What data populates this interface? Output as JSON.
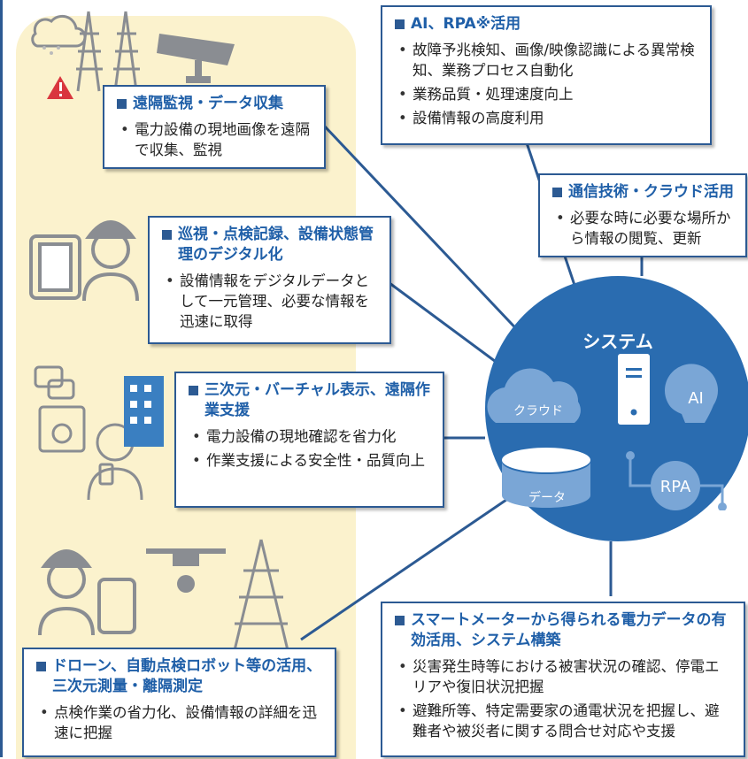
{
  "ai_box": {
    "title": "AI、RPA※活用",
    "items": [
      "故障予兆検知、画像/映像認識による異常検知、業務プロセス自動化",
      "業務品質・処理速度向上",
      "設備情報の高度利用"
    ]
  },
  "remote_box": {
    "title": "遠隔監視・データ収集",
    "items": [
      "電力設備の現地画像を遠隔で収集、監視"
    ]
  },
  "comm_box": {
    "title": "通信技術・クラウド活用",
    "items": [
      "必要な時に必要な場所から情報の閲覧、更新"
    ]
  },
  "digital_box": {
    "title": "巡視・点検記録、設備状態管理のデジタル化",
    "items": [
      "設備情報をデジタルデータとして一元管理、必要な情報を迅速に取得"
    ]
  },
  "virtual_box": {
    "title": "三次元・バーチャル表示、遠隔作業支援",
    "items": [
      "電力設備の現地確認を省力化",
      "作業支援による安全性・品質向上"
    ]
  },
  "drone_box": {
    "title": "ドローン、自動点検ロボット等の活用、三次元測量・離隔測定",
    "items": [
      "点検作業の省力化、設備情報の詳細を迅速に把握"
    ]
  },
  "smart_box": {
    "title": "スマートメーターから得られる電力データの有効活用、システム構築",
    "items": [
      "災害発生時等における被害状況の確認、停電エリアや復旧状況把握",
      "避難所等、特定需要家の通電状況を把握し、避難者や被災者に関する問合せ対応や支援"
    ]
  },
  "system": {
    "title": "システム",
    "cloud_label": "クラウド",
    "ai_label": "AI",
    "data_label": "データ",
    "rpa_label": "RPA"
  },
  "colors": {
    "accent": "#2c5a93",
    "circle": "#2a6cb0",
    "band": "#fbf2cd",
    "icon_gray": "#8a8d92"
  }
}
